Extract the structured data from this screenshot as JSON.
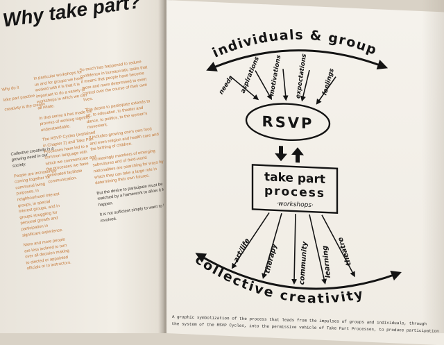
{
  "left_page": {
    "title": "Why take part?",
    "col1": [
      "Why do it",
      "take part practice",
      "creativity is the creativ",
      "Collective creativity is a growing need in our society.",
      "People are increasingly coming together for communal living purposes, in neighbourhood interest groups, in special interest groups, and in groups struggling for personal growth and participation in significant experience.",
      "More and more people are less inclined to turn over all decision making to elected or appointed officials or to instructors."
    ],
    "col2": [
      "In particular workshops for us and for groups we have worked with it is that it is important to do a variety of workshops in which we can all relate.",
      "In that sense it has made the process of working together understandable.",
      "The RSVP Cycles (explained in Chapter 2) and Take Part Processes have led to a common language with which we communicate and the processes we have generated facilitate communication."
    ],
    "col3": [
      "So much has happened to reduce confidence in bureaucratic tasks that it means that people have become more and more determined to exert control over the course of their own lives.",
      "This desire to participate extends to art, to education, to theater and dance, to politics, to the women's movement.",
      "It includes growing one's own food and even religion and health care and the birthing of children.",
      "Increasingly members of emerging subcultures and of third-world nationalities are searching for ways by which they can take a large role in determining their own futures.",
      "But the desire to participate must be matched by a framework to allow it to happen.",
      "It is not sufficient simply to want to be involved."
    ]
  },
  "diagram": {
    "top_label": "individuals & groups",
    "impulses": [
      "needs",
      "aspirations",
      "motivations",
      "expectations",
      "feelings"
    ],
    "center_label": "RSVP",
    "process_line1": "take part",
    "process_line2": "process",
    "process_line3": "·workshops·",
    "outcomes": [
      "art/life",
      "therapy",
      "community",
      "learning",
      "theatre"
    ],
    "bottom_label": "collective creativity"
  },
  "caption": {
    "line1": "A graphic symbolization of the process that leads from the impulses of groups and individuals, through",
    "line2": "the system of the RSVP Cycles, into the permissive vehicle of Take Part Processes, to produce participation"
  }
}
